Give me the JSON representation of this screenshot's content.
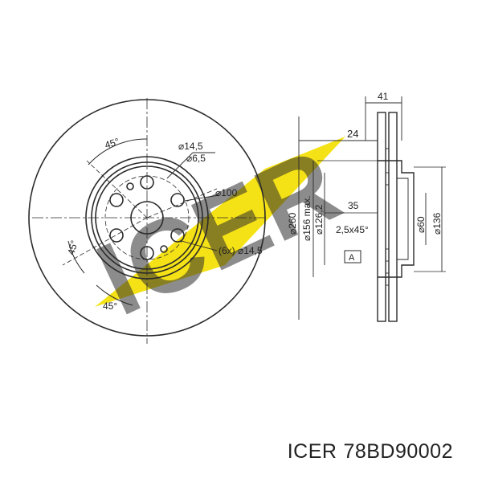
{
  "watermark": {
    "text": "ICER",
    "color": "#2b3ea8",
    "accent_color": "#f5e10a"
  },
  "dimensions": {
    "angle_top": "45°",
    "angle_left": "45°",
    "angle_bottom": "45°",
    "bolt_hole": "⌀14,5",
    "pin_hole": "⌀6,5",
    "pcd": "⌀100",
    "stud_holes": "(6x) ⌀14,5",
    "overall_thickness": "41",
    "disc_thickness": "24",
    "outer_diameter": "⌀260",
    "hub_max": "⌀156 max.",
    "hub_inner": "⌀126,2",
    "hat_height": "35",
    "chamfer": "2,5x45°",
    "center_bore": "⌀60",
    "hat_diameter": "⌀136",
    "datum": "A"
  },
  "caption": {
    "brand": "ICER",
    "part_number": "78BD90002"
  }
}
